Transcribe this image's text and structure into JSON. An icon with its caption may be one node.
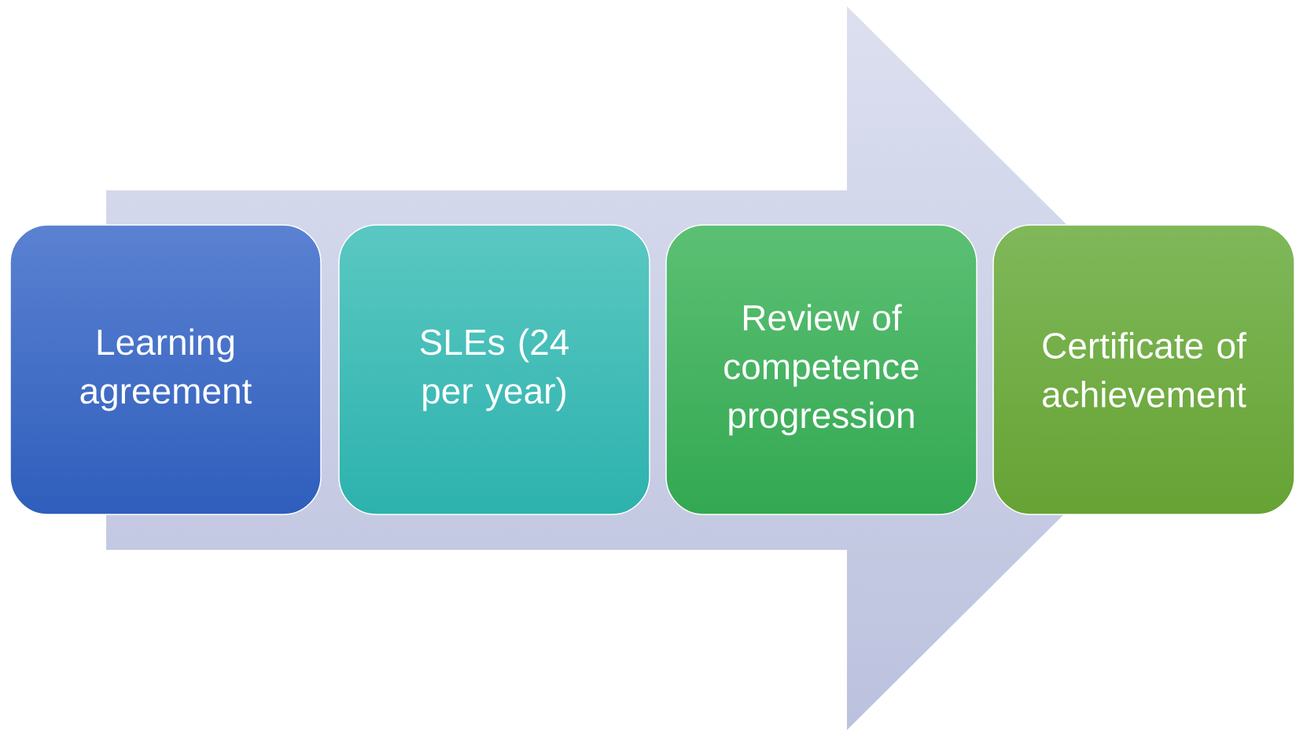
{
  "diagram": {
    "nodes": [
      {
        "text": [
          "Learning agreement"
        ]
      },
      {
        "text": [
          "SLEs (24 per year)"
        ]
      },
      {
        "text": [
          "Review of competence progression"
        ]
      },
      {
        "text": [
          "Certificate of achievement"
        ]
      }
    ]
  }
}
